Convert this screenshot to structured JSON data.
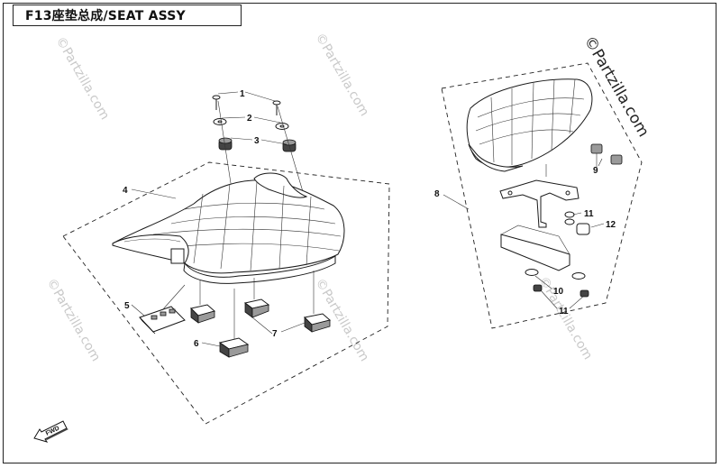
{
  "title": "F13座垫总成/SEAT ASSY",
  "callouts": [
    "1",
    "2",
    "3",
    "4",
    "5",
    "6",
    "7",
    "8",
    "9",
    "10",
    "11",
    "11",
    "12"
  ],
  "watermark_text": "©Partzilla.com",
  "fwd_label": "FWD",
  "colors": {
    "line": "#1a1a1a",
    "watermark": "#c9c9c9",
    "background": "#ffffff"
  }
}
